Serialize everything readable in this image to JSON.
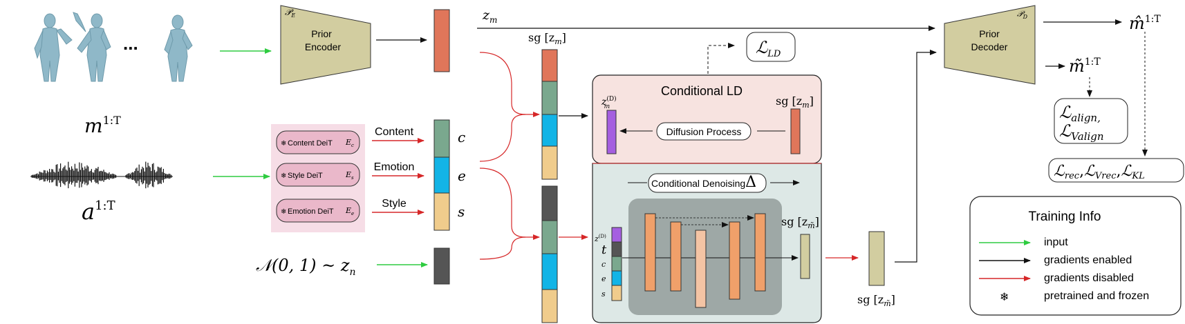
{
  "figure": {
    "inputs": {
      "motion_label": "m^{1:T}",
      "motion_base": "m",
      "motion_sup": "1:T",
      "audio_label": "a^{1:T}",
      "audio_base": "a",
      "audio_sup": "1:T",
      "ellipsis": "...",
      "noise_label": "𝒩(0, 1) ~ z",
      "noise_sub": "n"
    },
    "prior_encoder": {
      "symbol": "𝒫",
      "symbol_sub": "E",
      "line1": "Prior",
      "line2": "Encoder"
    },
    "prior_decoder": {
      "symbol": "𝒫",
      "symbol_sub": "D",
      "line1": "Prior",
      "line2": "Decoder"
    },
    "latents": {
      "zm": "z",
      "zm_sub": "m",
      "sg_zm": "sg [z",
      "sg_close": "]",
      "zm_tilde_sub": "m̃",
      "c": "c",
      "e": "e",
      "s": "s"
    },
    "encoders": [
      {
        "label": "Content DeiT",
        "sym": "E",
        "sym_sub": "c",
        "icon": "snowflake-icon"
      },
      {
        "label": "Style DeiT",
        "sym": "E",
        "sym_sub": "s",
        "icon": "snowflake-icon"
      },
      {
        "label": "Emotion DeiT",
        "sym": "E",
        "sym_sub": "e",
        "icon": "snowflake-icon"
      }
    ],
    "encoder_arrows": [
      "Content",
      "Emotion",
      "Style"
    ],
    "conditional_ld": {
      "title": "Conditional LD",
      "diffusion_process": "Diffusion Process",
      "zm_D": "z",
      "zm_D_sub": "m",
      "zm_D_sup": "(D)",
      "sg_zm": "sg [z",
      "sg_zm_sub": "m",
      "denoising": "Conditional Denoising",
      "delta": "Δ",
      "stack_labels": [
        "t",
        "c",
        "e",
        "s"
      ],
      "sg_out": "sg [z",
      "sg_out_sub": "m̃"
    },
    "losses": {
      "ld": "ℒ",
      "ld_sub": "LD",
      "align": "ℒ",
      "align_sub": "align,",
      "valign": "ℒ",
      "valign_sub": "Valign",
      "rec": "ℒ",
      "rec_sub": "rec",
      "vrec": "ℒ",
      "vrec_sub": "Vrec",
      "kl": "ℒ",
      "kl_sub": "KL",
      "sep": ","
    },
    "outputs": {
      "m_hat": "m̂",
      "m_tilde": "m̃",
      "sup": "1:T"
    },
    "legend": {
      "title": "Training Info",
      "items": [
        {
          "label": "input",
          "color": "#2ecc40"
        },
        {
          "label": "gradients enabled",
          "color": "#111111"
        },
        {
          "label": "gradients disabled",
          "color": "#d62728"
        },
        {
          "label": "pretrained and frozen",
          "icon": "snowflake-icon"
        }
      ]
    },
    "colors": {
      "trapezoid": "#d2cda0",
      "orange_latent": "#e0765a",
      "green": "#7aa88e",
      "cyan": "#12b4e6",
      "peach": "#f0cc8c",
      "dark": "#555555",
      "purple": "#a55fe0",
      "ld_top_bg": "#f7e3e0",
      "ld_bottom_bg": "#dde8e6",
      "deit_bg": "#f6dde6",
      "deit_pill": "#eab8ca",
      "unet_bg": "#9ea8a6",
      "unet_orange": "#f0a06a",
      "unet_light": "#f4c4a4",
      "arrow_red": "#d62728",
      "arrow_green": "#2ecc40",
      "olive": "#d2cda0"
    }
  }
}
